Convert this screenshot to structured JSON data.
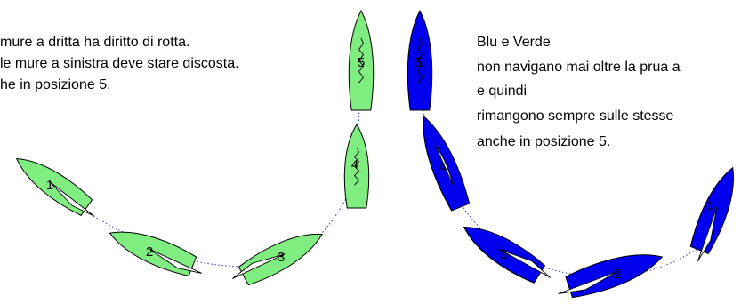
{
  "left_text": {
    "lines": [
      "mure a dritta ha diritto di rotta.",
      "le mure a sinistra deve stare discosta.",
      "he in posizione 5."
    ]
  },
  "right_text": {
    "lines": [
      "Blu e Verde",
      "non navigano mai oltre la prua a",
      "e quindi",
      "rimangono sempre sulle stesse",
      "anche in posizione 5."
    ]
  },
  "colors": {
    "green_boat_fill": "#7FED7F",
    "blue_boat_fill": "#0000EE",
    "boat_outline": "#000000",
    "track_line": "#3333CC",
    "sail_fill": "#FFFFFF",
    "telltale": "#000000"
  },
  "green_fleet": {
    "boats": [
      {
        "label": "1",
        "position": 1
      },
      {
        "label": "2",
        "position": 2
      },
      {
        "label": "3",
        "position": 3
      },
      {
        "label": "4",
        "position": 4
      },
      {
        "label": "5",
        "position": 5
      }
    ]
  },
  "blue_fleet": {
    "boats": [
      {
        "label": "1",
        "position": 1
      },
      {
        "label": "2",
        "position": 2
      },
      {
        "label": "3",
        "position": 3
      },
      {
        "label": "4",
        "position": 4
      },
      {
        "label": "5",
        "position": 5
      }
    ]
  }
}
